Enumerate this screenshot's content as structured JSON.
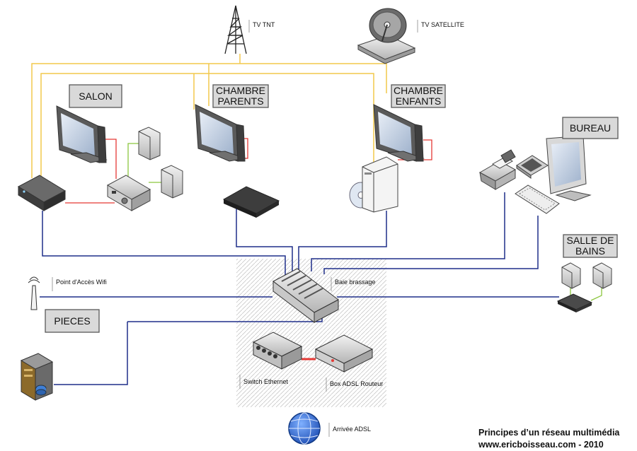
{
  "rooms": {
    "salon": "SALON",
    "chambre_parents": [
      "CHAMBRE",
      "PARENTS"
    ],
    "chambre_enfants": [
      "CHAMBRE",
      "ENFANTS"
    ],
    "bureau": "BUREAU",
    "salle_de_bains": [
      "SALLE DE",
      "BAINS"
    ],
    "pieces": "PIECES"
  },
  "labels": {
    "tv_tnt": "TV TNT",
    "tv_satellite": "TV SATELLITE",
    "wifi": "Point d'Accès Wifi",
    "baie": "Baie brassage",
    "switch": "Switch Ethernet",
    "box": "Box ADSL Routeur",
    "adsl": "Arrivée ADSL"
  },
  "footer": {
    "title": "Principes d’un réseau multimédia",
    "site": "www.ericboisseau.com - 2010"
  },
  "colors": {
    "tv_cable": "#f2c94c",
    "ethernet": "#1f2e8a",
    "av_cable": "#e53935",
    "power_cable": "#8cc63f"
  }
}
